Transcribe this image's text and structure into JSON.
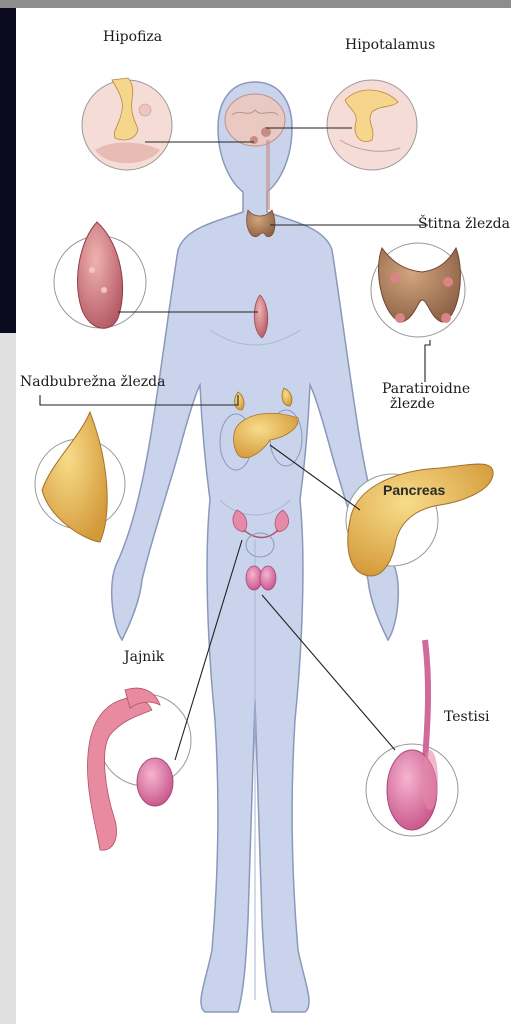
{
  "labels": {
    "hipofiza": "Hipofiza",
    "hipotalamus": "Hipotalamus",
    "stitna": "Štitna žlezda",
    "paratiroidne_1": "Paratiroidne",
    "paratiroidne_2": "žlezde",
    "nadbubrezna": "Nadbubrežna žlezda",
    "pancreas": "Pancreas",
    "jajnik": "Jajnik",
    "testisi": "Testisi"
  },
  "colors": {
    "body_fill": "#c9d4ec",
    "body_outline": "#8a98bb",
    "gland_pink": "#d98a8a",
    "pancreas": "#e8b94f",
    "thyroid": "#b08060",
    "reproductive": "#e07a9a"
  }
}
